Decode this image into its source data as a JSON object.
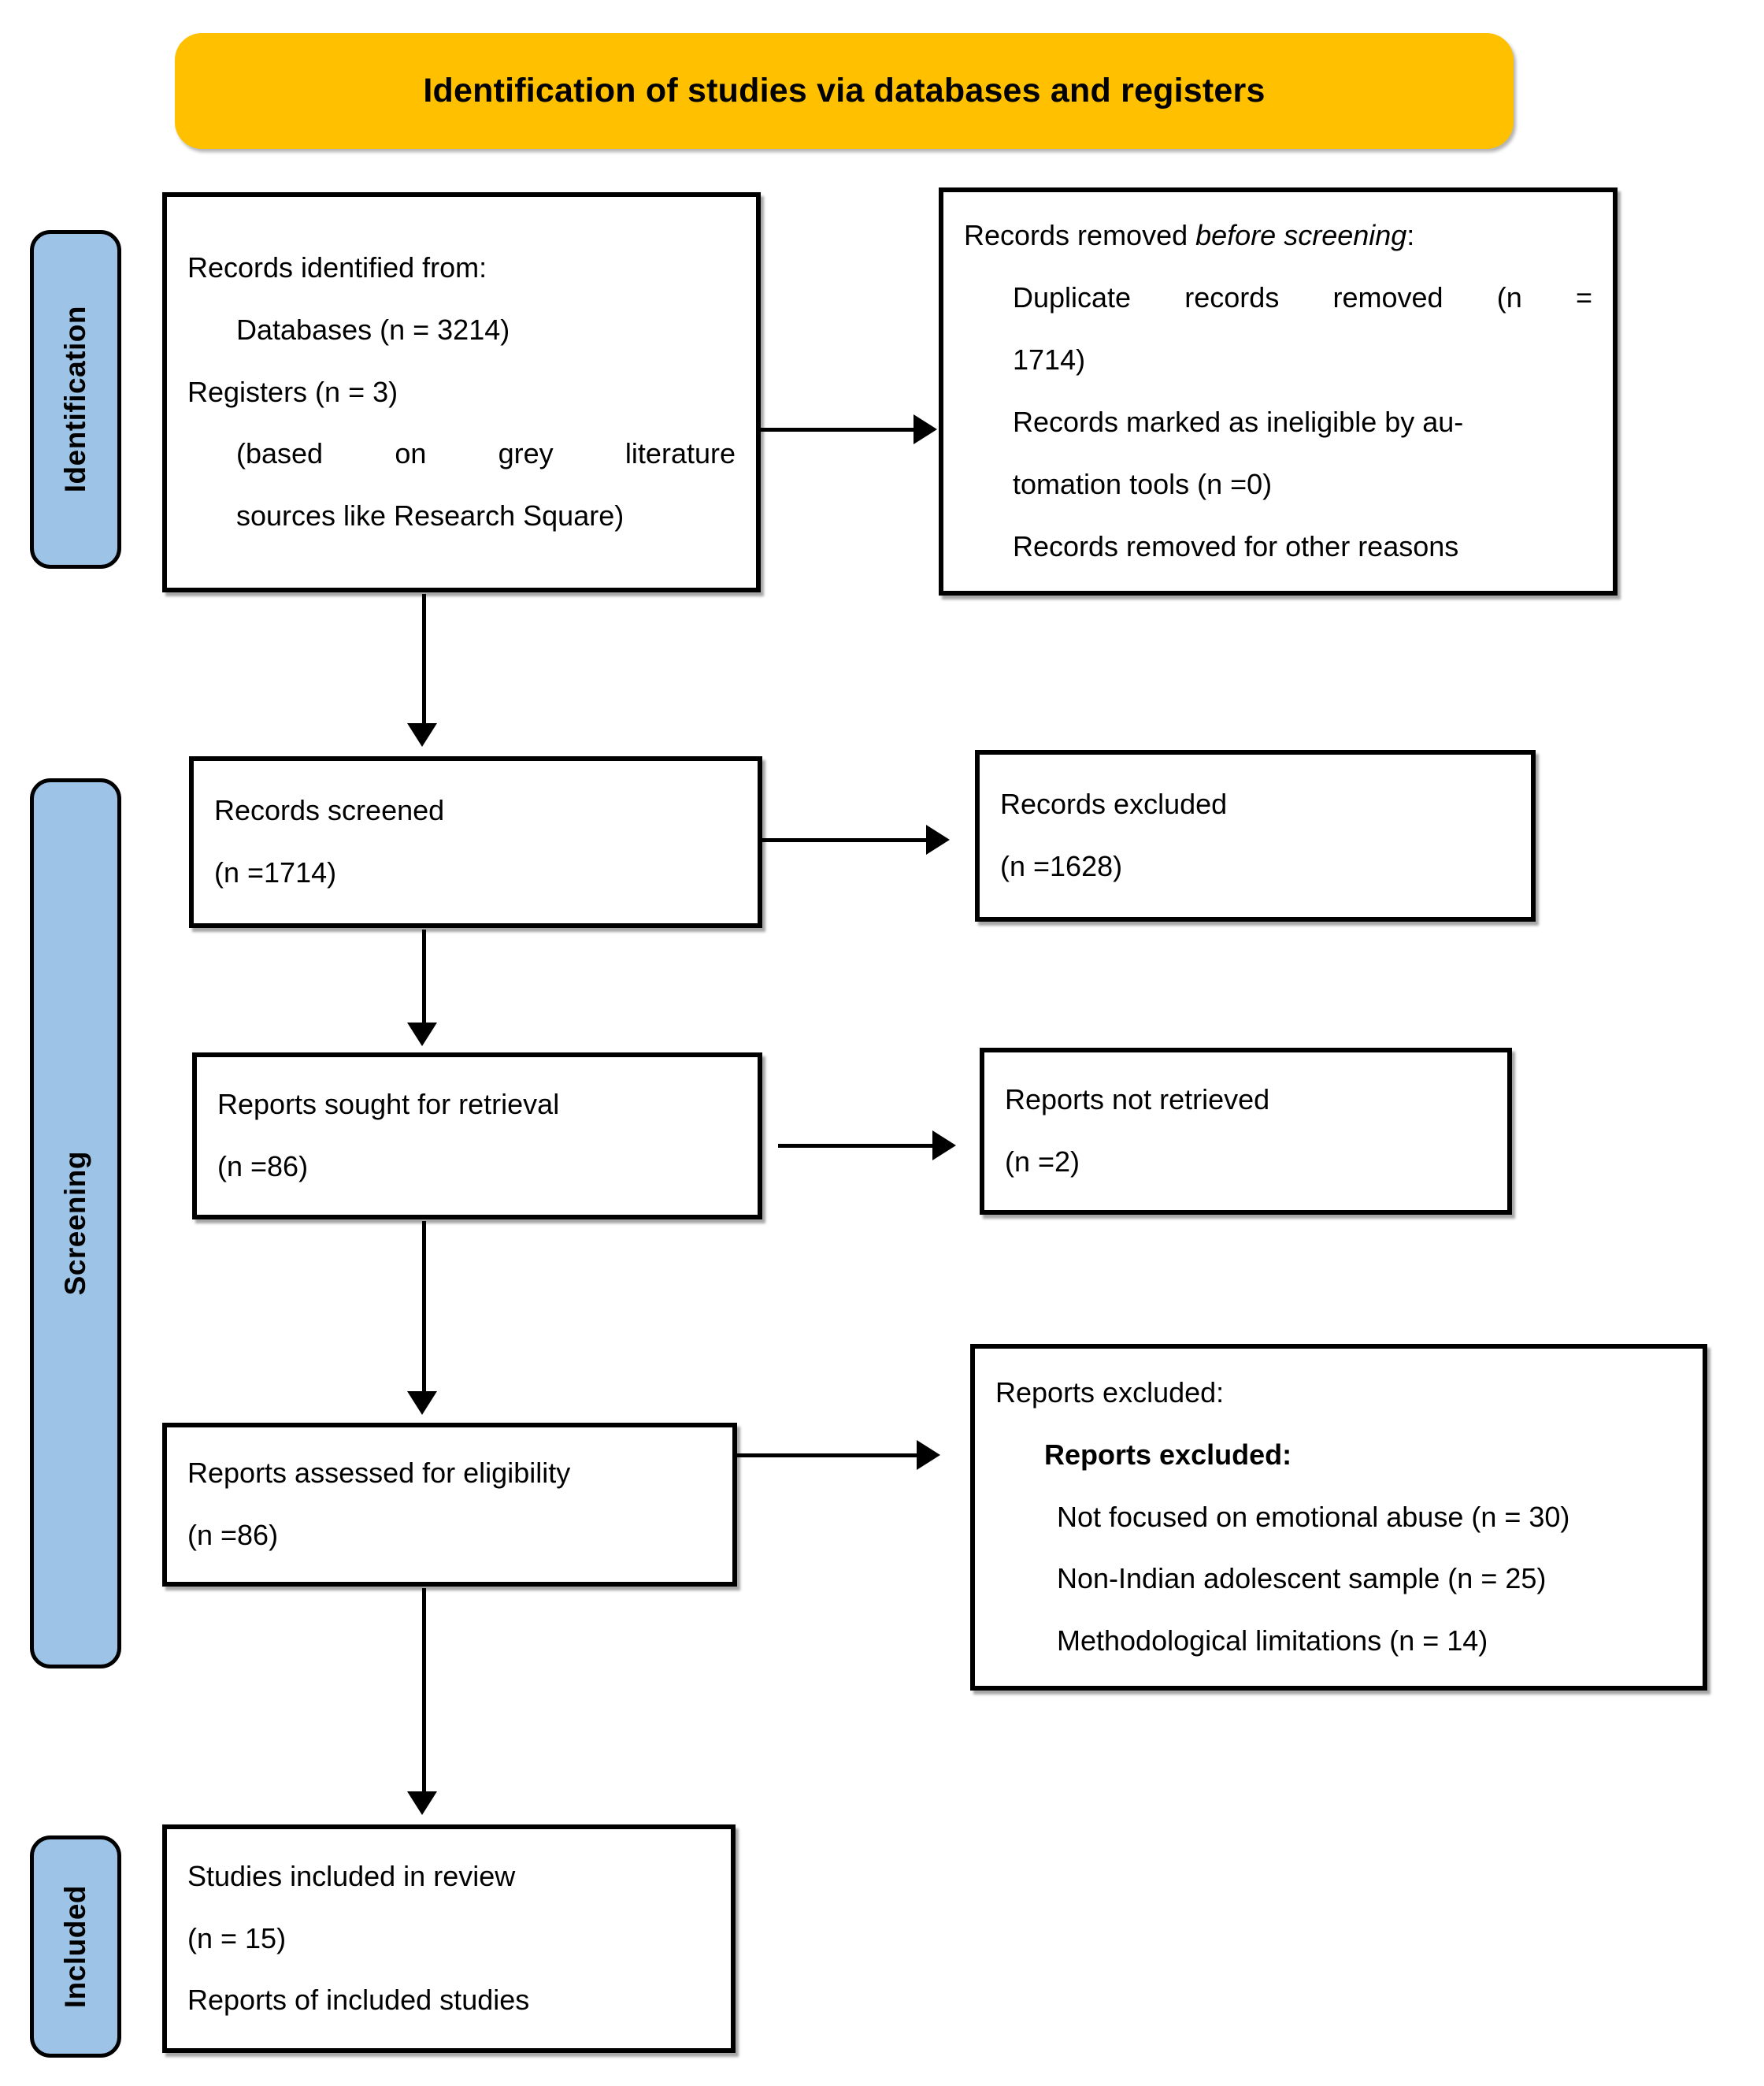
{
  "banner": {
    "title": "Identification of studies via databases and registers"
  },
  "colors": {
    "banner_fill": "#FFC000",
    "stage_tab_fill": "#9DC3E6",
    "box_border": "#000000",
    "box_fill": "#FFFFFF",
    "text": "#000000"
  },
  "stages": [
    {
      "id": "identification",
      "label": "Identification"
    },
    {
      "id": "screening",
      "label": "Screening"
    },
    {
      "id": "included",
      "label": "Included"
    }
  ],
  "boxes": {
    "identified": {
      "title": "Records identified from:",
      "line_databases": "Databases (n = 3214)",
      "line_registers": "Registers (n = 3)",
      "line_note_a": "(based on grey literature",
      "line_note_b": "sources like Research Square)"
    },
    "removed": {
      "title_plain": "Records removed ",
      "title_italic": "before screening",
      "title_colon": ":",
      "line_duplicate_a": "Duplicate records removed (n =",
      "line_duplicate_b": "1714)",
      "line_automation_a": "Records marked as ineligible by au-",
      "line_automation_b": "tomation tools (n =0)",
      "line_other": "Records removed for other reasons"
    },
    "screened": {
      "label": "Records screened",
      "count": "(n =1714)"
    },
    "excluded": {
      "label": "Records excluded",
      "count": "(n =1628)"
    },
    "sought": {
      "label": "Reports sought for retrieval",
      "count": "(n =86)"
    },
    "not_retrieved": {
      "label": "Reports not retrieved",
      "count": "(n =2)"
    },
    "assessed": {
      "label": "Reports assessed for eligibility",
      "count": "(n =86)"
    },
    "reports_excluded": {
      "title": "Reports excluded:",
      "subtitle": "Reports excluded:",
      "reasons": [
        "Not focused on emotional abuse (n = 30)",
        "Non-Indian adolescent sample (n = 25)",
        "Methodological limitations (n = 14)"
      ]
    },
    "included": {
      "label": "Studies included in review",
      "count": "(n = 15)",
      "reports_label": "Reports of included studies"
    }
  }
}
